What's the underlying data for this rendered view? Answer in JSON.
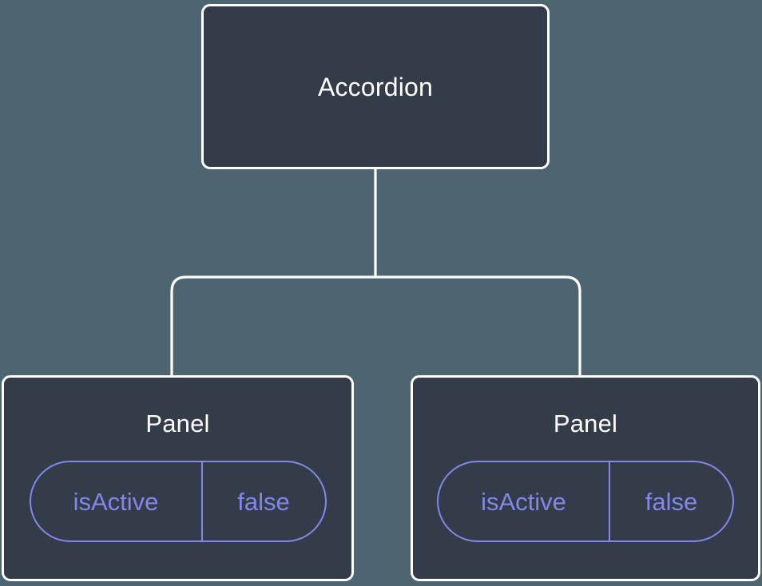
{
  "diagram": {
    "type": "component-tree",
    "background_color": "#4c6570",
    "node_fill_color": "#343c4a",
    "node_border_color": "#ffffff",
    "node_text_color": "#ffffff",
    "pill_color": "#8287e8",
    "edge_color": "#ffffff",
    "root": {
      "label": "Accordion"
    },
    "children": [
      {
        "label": "Panel",
        "state": {
          "key": "isActive",
          "value": "false"
        }
      },
      {
        "label": "Panel",
        "state": {
          "key": "isActive",
          "value": "false"
        }
      }
    ]
  }
}
